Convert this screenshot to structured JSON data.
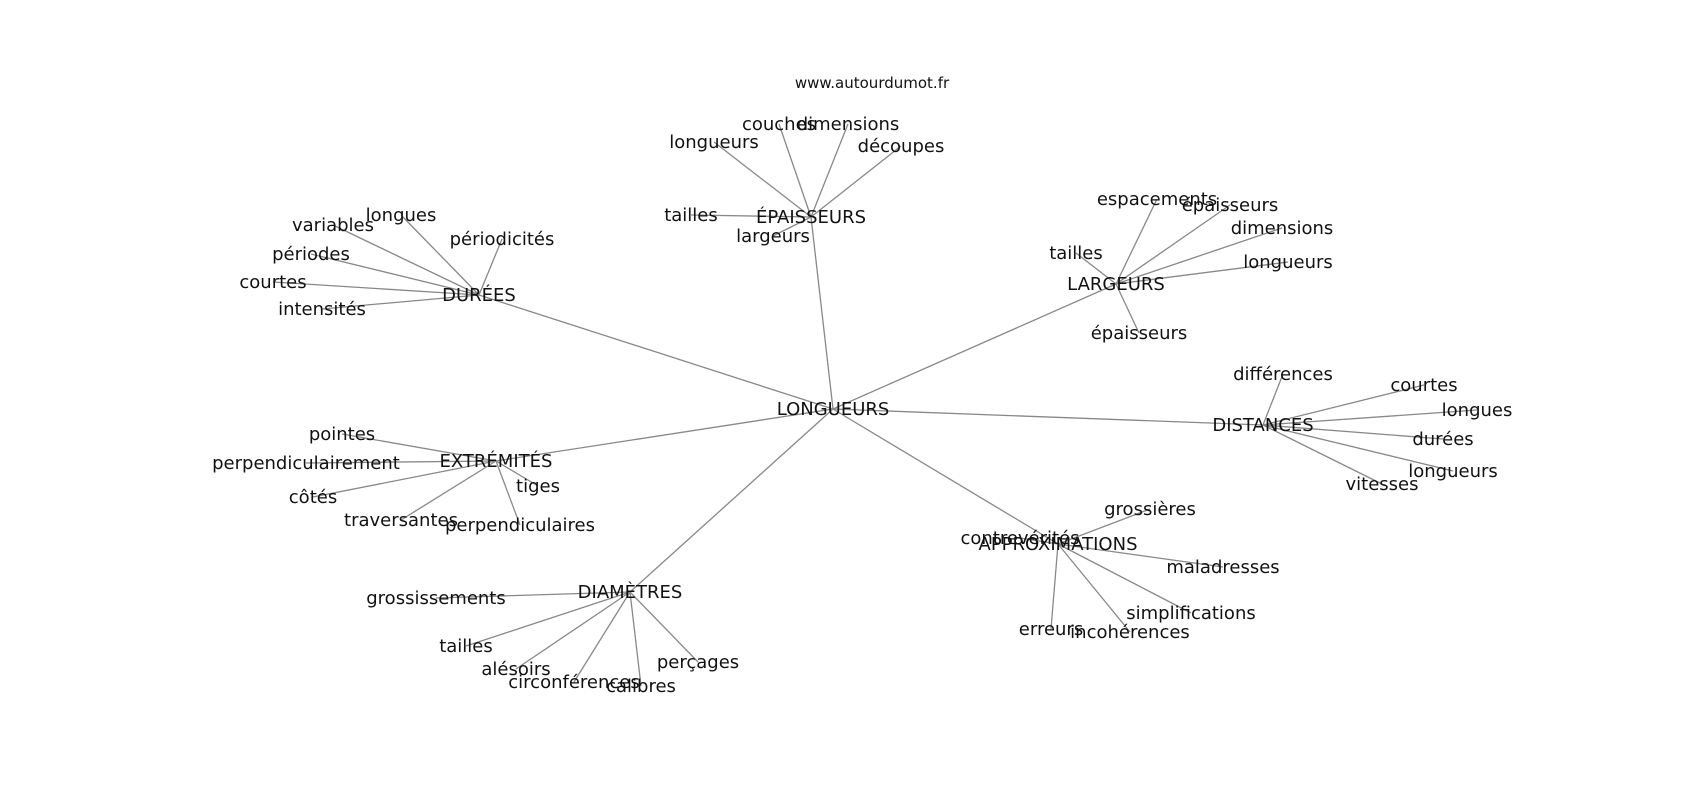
{
  "source": "www.autourdumot.fr",
  "center": "LONGUEURS",
  "clusters": [
    {
      "hub": "ÉPAISSEURS",
      "leaves": [
        "couches",
        "dimensions",
        "longueurs",
        "découpes",
        "tailles",
        "largeurs"
      ]
    },
    {
      "hub": "DURÉES",
      "leaves": [
        "longues",
        "variables",
        "périodicités",
        "périodes",
        "courtes",
        "intensités"
      ]
    },
    {
      "hub": "LARGEURS",
      "leaves": [
        "espacements",
        "épaisseurs",
        "dimensions",
        "tailles",
        "longueurs",
        "épaisseurs"
      ]
    },
    {
      "hub": "DISTANCES",
      "leaves": [
        "différences",
        "courtes",
        "longues",
        "durées",
        "longueurs",
        "vitesses"
      ]
    },
    {
      "hub": "EXTRÉMITÉS",
      "leaves": [
        "pointes",
        "perpendiculairement",
        "tiges",
        "côtés",
        "traversantes",
        "perpendiculaires"
      ]
    },
    {
      "hub": "APPROXIMATIONS",
      "leaves": [
        "grossières",
        "contrevérités",
        "maladresses",
        "simplifications",
        "erreurs",
        "incohérences"
      ]
    },
    {
      "hub": "DIAMÈTRES",
      "leaves": [
        "grossissements",
        "tailles",
        "alésoirs",
        "perçages",
        "circonférences",
        "calibres"
      ]
    }
  ]
}
